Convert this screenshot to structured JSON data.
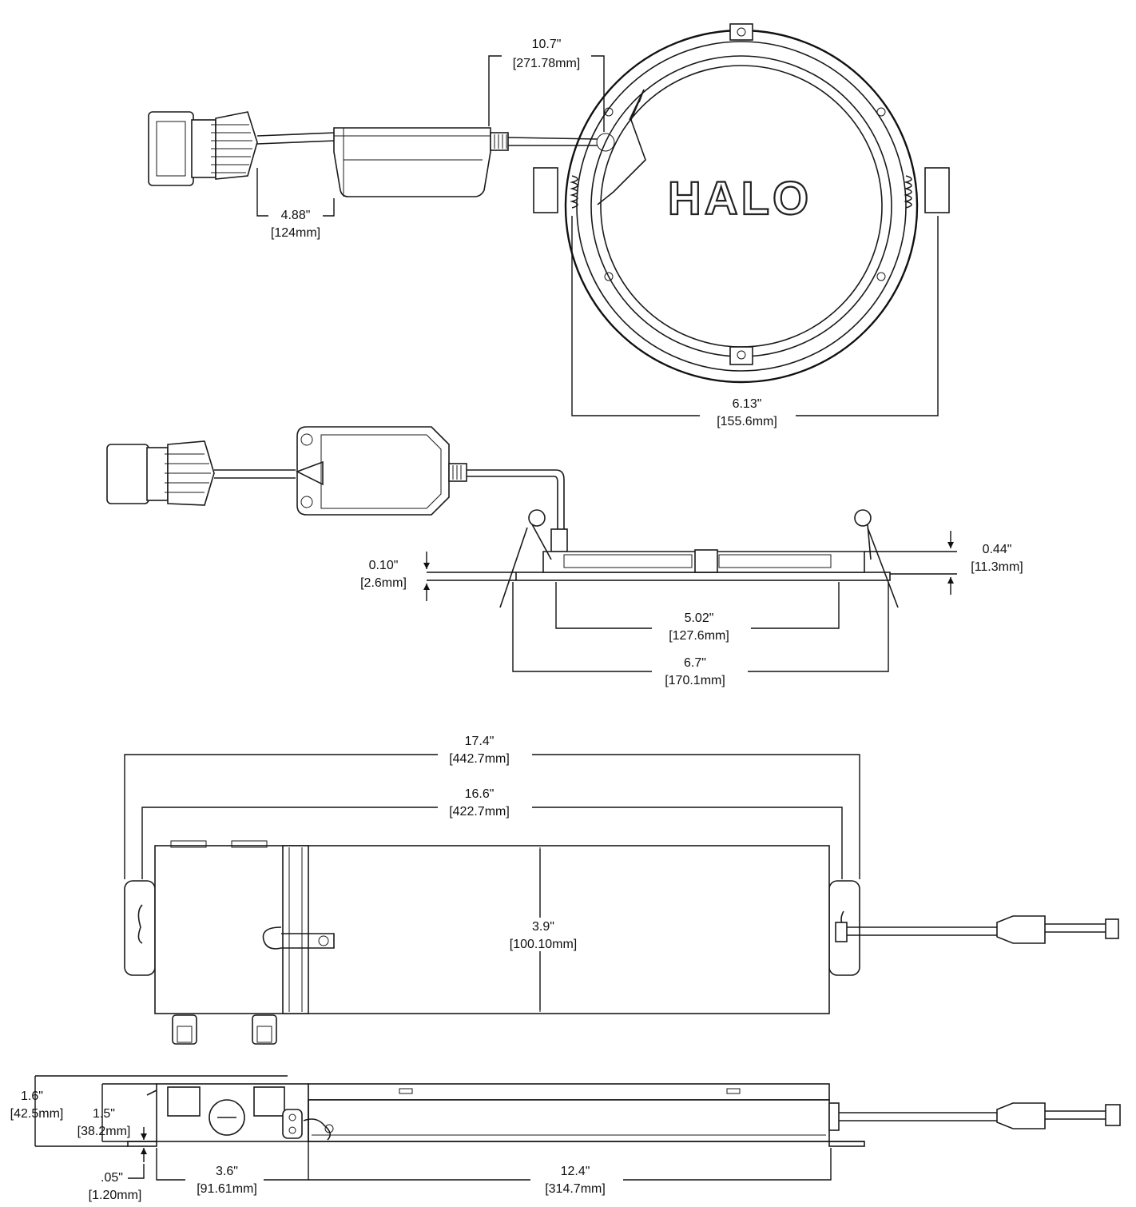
{
  "brand_logo_text": "HALO",
  "views": {
    "top_view": {
      "dims": {
        "lead_length": {
          "in": "10.7\"",
          "mm": "[271.78mm]"
        },
        "driver_width": {
          "in": "4.88\"",
          "mm": "[124mm]"
        },
        "trim_diameter": {
          "in": "6.13\"",
          "mm": "[155.6mm]"
        }
      }
    },
    "side_view": {
      "dims": {
        "trim_thickness": {
          "in": "0.10\"",
          "mm": "[2.6mm]"
        },
        "overall_height": {
          "in": "0.44\"",
          "mm": "[11.3mm]"
        },
        "cutout": {
          "in": "5.02\"",
          "mm": "[127.6mm]"
        },
        "overall_width": {
          "in": "6.7\"",
          "mm": "[170.1mm]"
        }
      }
    },
    "junction_box_top": {
      "dims": {
        "overall_length": {
          "in": "17.4\"",
          "mm": "[442.7mm]"
        },
        "bracket_length": {
          "in": "16.6\"",
          "mm": "[422.7mm]"
        },
        "width": {
          "in": "3.9\"",
          "mm": "[100.10mm]"
        }
      }
    },
    "junction_box_side": {
      "dims": {
        "overall_height": {
          "in": "1.6\"",
          "mm": "[42.5mm]"
        },
        "box_height": {
          "in": "1.5\"",
          "mm": "[38.2mm]"
        },
        "flange": {
          "in": ".05\"",
          "mm": "[1.20mm]"
        },
        "box_section": {
          "in": "3.6\"",
          "mm": "[91.61mm]"
        },
        "driver_section": {
          "in": "12.4\"",
          "mm": "[314.7mm]"
        }
      }
    }
  }
}
